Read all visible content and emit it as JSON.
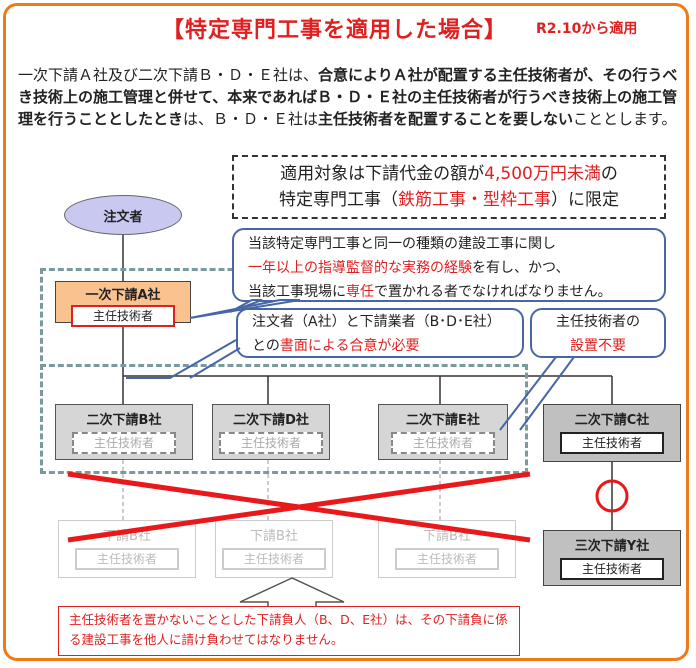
{
  "title": "【特定専門工事を適用した場合】",
  "effective": "R2.10から適用",
  "intro": {
    "p1": "一次下請Ａ社及び二次下請Ｂ・Ｄ・Ｅ社は、",
    "p2": "合意によりＡ社が配置する主任技術者が、その行うべき技術上の施工管理と併せて、本来であればＢ・Ｄ・Ｅ社の主任技術者が行うべき技術上の施工管理を行うこととしたとき",
    "p3": "は、Ｂ・Ｄ・Ｅ社は",
    "p4": "主任技術者を配置することを要しない",
    "p5": "こととします。"
  },
  "limit": {
    "a": "適用対象は下請代金の額が",
    "b": "4,500万円未満",
    "c": "の",
    "d": "特定専門工事（",
    "e": "鉄筋工事・型枠工事",
    "f": "）に限定"
  },
  "client": "注文者",
  "callout1": {
    "l1": "当該特定専門工事と同一の種類の建設工事に関し",
    "l2a": "一年以上の指導監督的な実務の経験",
    "l2b": "を有し、かつ、",
    "l3a": "当該工事現場に",
    "l3b": "専任",
    "l3c": "で置かれる者でなければなりません。"
  },
  "callout2": {
    "l1": "注文者（A社）と下請業者（B･D･E社）",
    "l2a": "との",
    "l2b": "書面による合意が必要"
  },
  "callout3": {
    "l1": "主任技術者の",
    "l2": "設置不要"
  },
  "engineer": "主任技術者",
  "companies": {
    "a": "一次下請A社",
    "b": "二次下請B社",
    "d": "二次下請D社",
    "e": "二次下請E社",
    "c": "二次下請C社",
    "y": "三次下請Y社",
    "sub_b": "下請B社"
  },
  "bottom_note": "主任技術者を置かないこととした下請負人（B、D、E社）は、その下請負に係る建設工事を他人に請け負わせてはなりません。",
  "colors": {
    "accent": "#ee7a1a",
    "red": "#e02020",
    "callout_border": "#4666a6"
  }
}
